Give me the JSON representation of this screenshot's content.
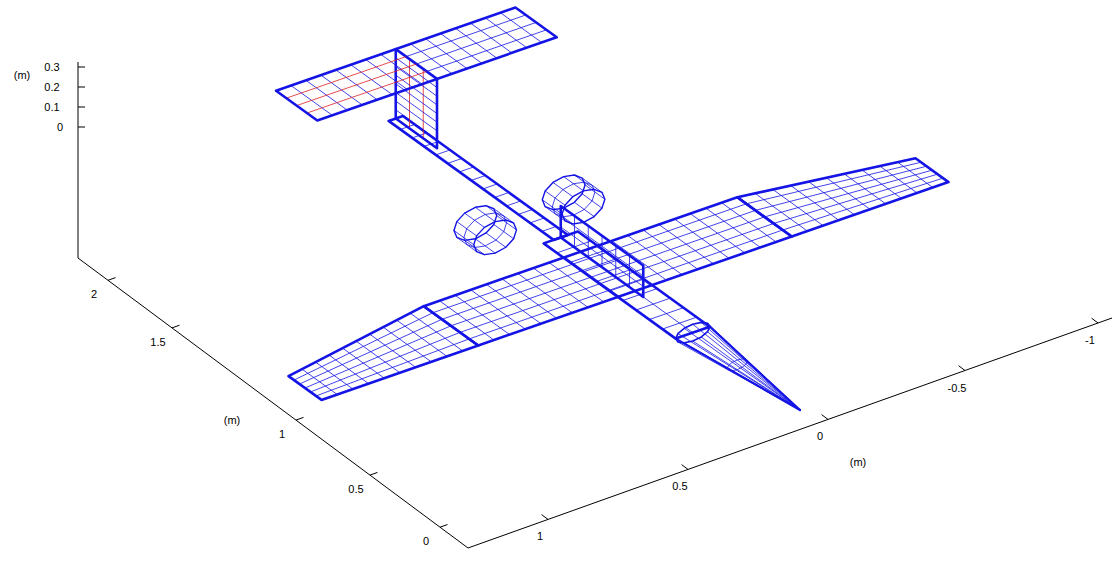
{
  "diagram": {
    "labels": [
      "(m)",
      "0.3",
      "0.2",
      "0.1",
      "0",
      "2",
      "1.5",
      "(m)",
      "1",
      "0.5",
      "0",
      "1",
      "0.5",
      "0",
      "(m)",
      "-0.5",
      "-1"
    ]
  }
}
